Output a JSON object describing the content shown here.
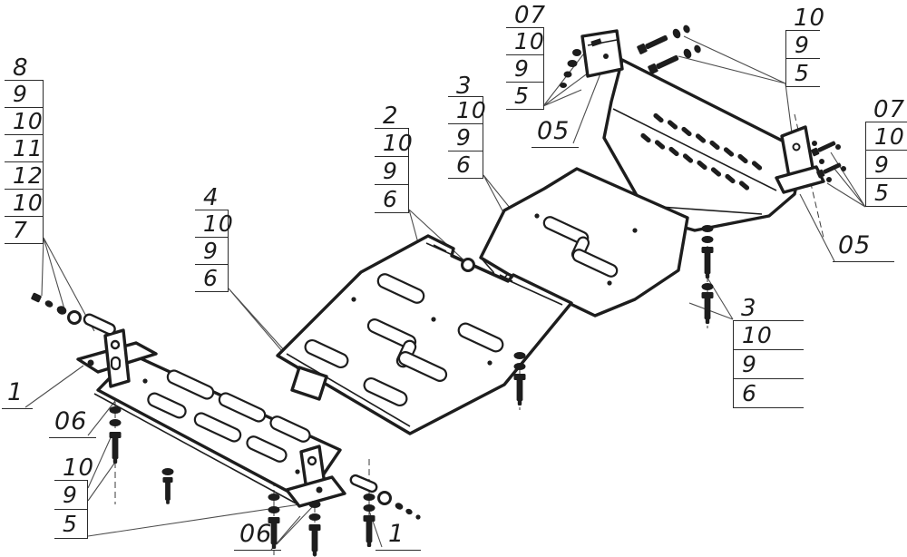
{
  "diagram_title": "exploded-skid-plate-assembly-drawing",
  "colors": {
    "background": "#ffffff",
    "line": "#1d1d1d",
    "leader": "#4d4d4d"
  },
  "callouts": [
    {
      "id": "left-stack",
      "header": "8",
      "cells": [
        "9",
        "10",
        "11",
        "12",
        "10",
        "7"
      ]
    },
    {
      "id": "top-middle-stack",
      "header": "07",
      "cells": [
        "10",
        "9",
        "5"
      ]
    },
    {
      "id": "top-right-stack",
      "header": "10",
      "cells": [
        "9",
        "5"
      ]
    },
    {
      "id": "right-stack",
      "header": "07",
      "cells": [
        "10",
        "9",
        "5"
      ]
    },
    {
      "id": "plate2-stack",
      "header": "2",
      "cells": [
        "10",
        "9",
        "6"
      ]
    },
    {
      "id": "plate3-stack",
      "header": "3",
      "cells": [
        "10",
        "9",
        "6"
      ]
    },
    {
      "id": "plate4-stack",
      "header": "4",
      "cells": [
        "10",
        "9",
        "6"
      ]
    },
    {
      "id": "right-lower-stack",
      "header": "3",
      "cells": [
        "10",
        "9",
        "6"
      ]
    },
    {
      "id": "bottom-left-stack",
      "header": "10",
      "cells": [
        "9",
        "5"
      ]
    }
  ],
  "labels": [
    {
      "id": "bracket-05-top",
      "text": "05"
    },
    {
      "id": "bracket-05-right",
      "text": "05"
    },
    {
      "id": "part-1-left",
      "text": "1"
    },
    {
      "id": "part-06-left",
      "text": "06"
    },
    {
      "id": "part-06-bottom",
      "text": "06"
    },
    {
      "id": "part-1-bottom",
      "text": "1"
    }
  ]
}
